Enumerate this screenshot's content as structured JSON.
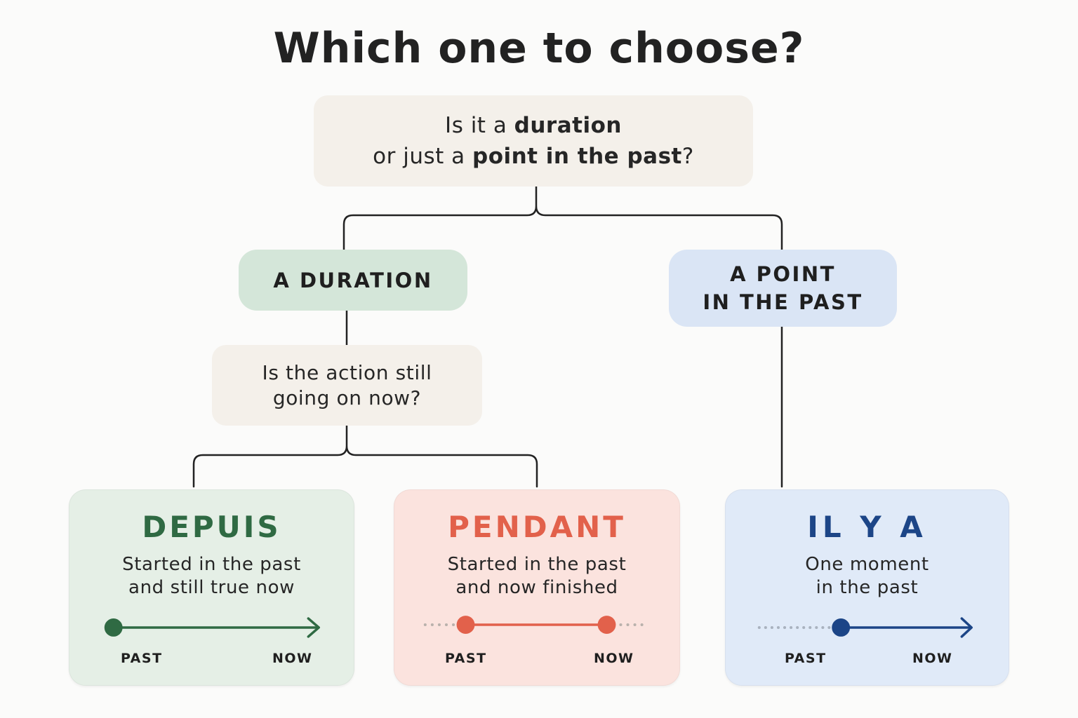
{
  "title": "Which one to choose?",
  "root_question": {
    "line1_prefix": "Is it a ",
    "line1_bold": "duration",
    "line2_prefix": "or just a ",
    "line2_bold": "point in the past",
    "line2_suffix": "?"
  },
  "branches": {
    "duration_label": "A DURATION",
    "point_label_line1": "A POINT",
    "point_label_line2": "IN THE PAST"
  },
  "sub_question": {
    "line1": "Is the action still",
    "line2": "going on now?"
  },
  "cards": {
    "depuis": {
      "title": "DEPUIS",
      "desc_line1": "Started in the past",
      "desc_line2": "and still true now",
      "past_label": "PAST",
      "now_label": "NOW",
      "color": "#2f6a43"
    },
    "pendant": {
      "title": "PENDANT",
      "desc_line1": "Started in the past",
      "desc_line2": "and now finished",
      "past_label": "PAST",
      "now_label": "NOW",
      "color": "#e2614b"
    },
    "ilya": {
      "title": "IL Y A",
      "desc_line1": "One moment",
      "desc_line2": "in the past",
      "past_label": "PAST",
      "now_label": "NOW",
      "color": "#1c4587"
    }
  },
  "colors": {
    "background": "#fbfbfa",
    "question_fill": "#f4f0ea",
    "duration_fill": "#d4e6d9",
    "point_fill": "#dae5f5",
    "connector": "#222222"
  }
}
